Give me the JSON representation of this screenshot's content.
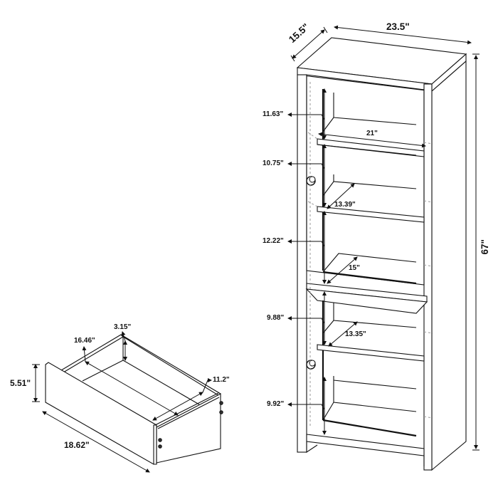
{
  "cabinet": {
    "overall": {
      "depth": "15.5\"",
      "width": "23.5\"",
      "height": "67\""
    },
    "interior": {
      "shelf_width": "21\"",
      "upper_shelf_depth": "13.39\"",
      "middle_shelf_depth": "15\"",
      "lower_shelf_depth": "13.35\""
    },
    "shelf_heights": [
      {
        "name": "top-opening",
        "value": "11.63\""
      },
      {
        "name": "second-opening",
        "value": "10.75\""
      },
      {
        "name": "third-opening",
        "value": "12.22\""
      },
      {
        "name": "fourth-opening",
        "value": "9.88\""
      },
      {
        "name": "bottom-opening",
        "value": "9.92\""
      }
    ]
  },
  "drawer": {
    "height": "5.51\"",
    "width": "18.62\"",
    "interior_depth": "16.46\"",
    "interior_height": "3.15\"",
    "interior_width": "11.2\""
  },
  "colors": {
    "line": "#111111",
    "background": "#ffffff",
    "dashed": "#9a9a9a"
  }
}
